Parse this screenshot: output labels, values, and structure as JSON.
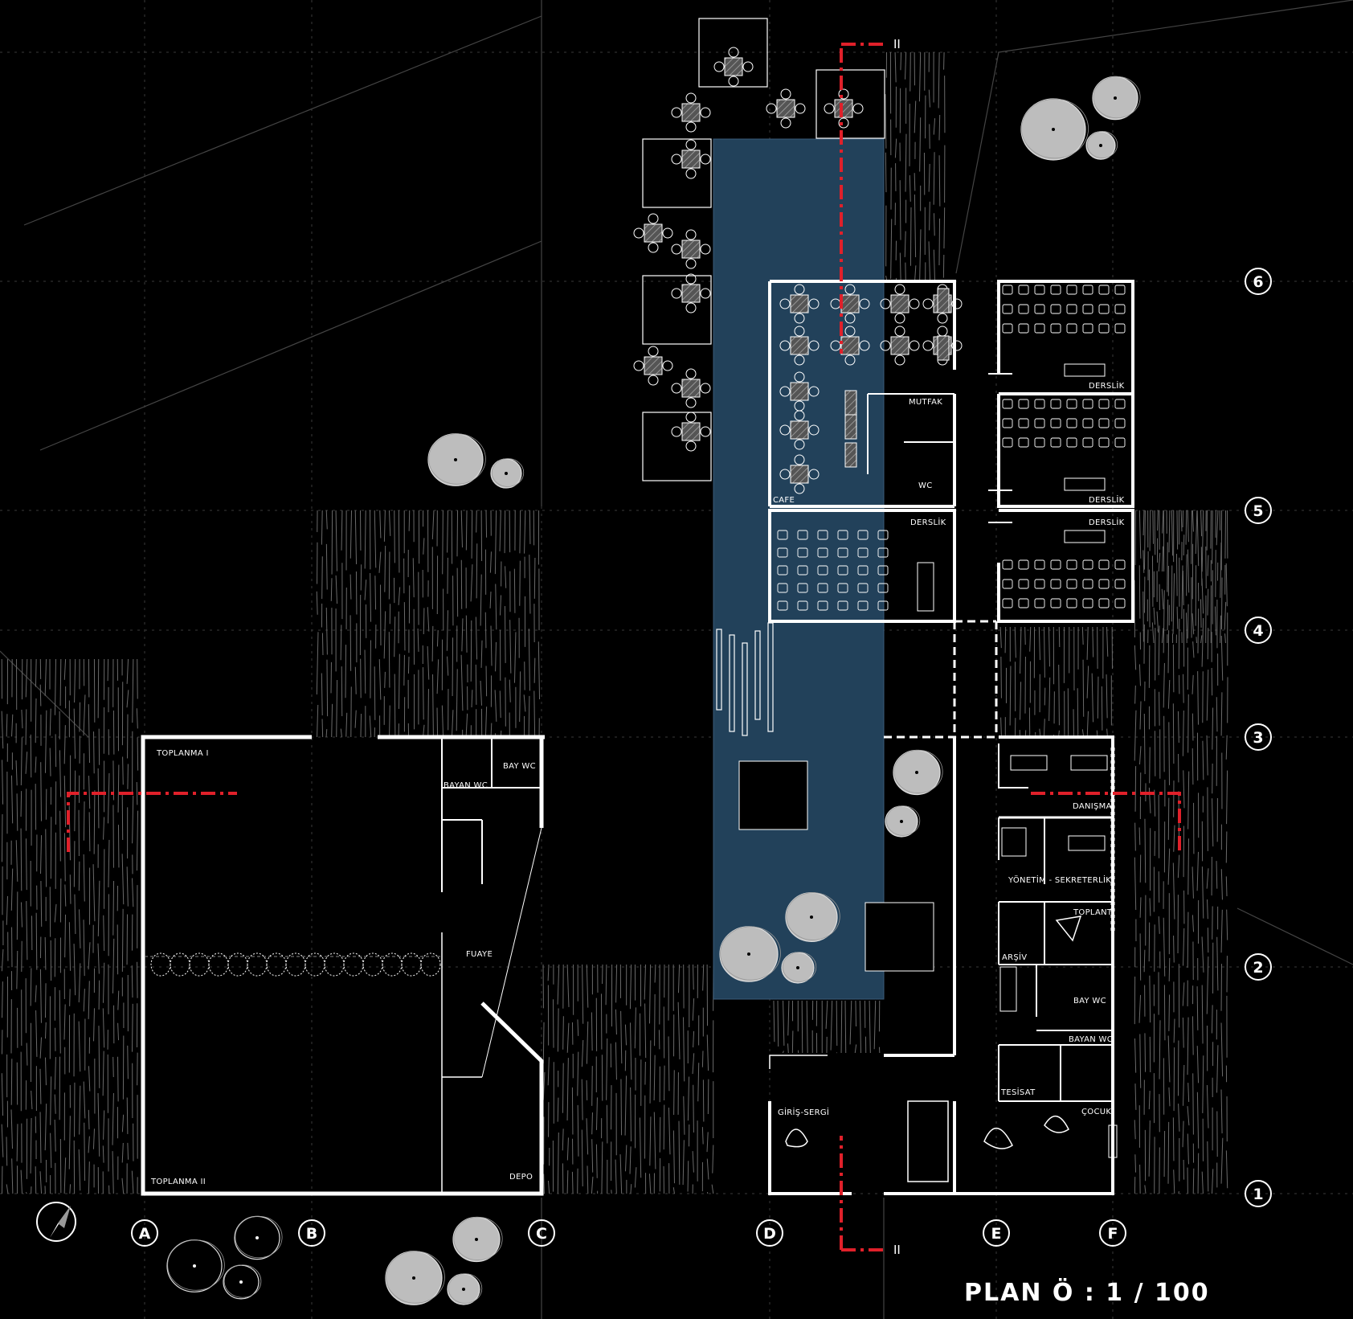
{
  "title": "PLAN  Ö : 1 / 100",
  "rooms": {
    "toplanma_1": "TOPLANMA I",
    "toplanma_2": "TOPLANMA II",
    "bayan_wc_left": "BAYAN WC",
    "bay_wc_left": "BAY WC",
    "fuaye": "FUAYE",
    "depo": "DEPO",
    "cafe": "CAFE",
    "mutfak": "MUTFAK",
    "wc": "WC",
    "derslik_1": "DERSLİK",
    "derslik_2": "DERSLİK",
    "derslik_3": "DERSLİK",
    "derslik_4": "DERSLİK",
    "danisma": "DANIŞMA",
    "yonetim": "YÖNETİM - SEKRETERLİK",
    "toplanti": "TOPLANTI",
    "arsiv": "ARŞİV",
    "bay_wc_right": "BAY WC",
    "bayan_wc_right": "BAYAN WC",
    "tesisat": "TESİSAT",
    "cocuk": "ÇOCUK",
    "giris_sergi": "GİRİŞ-SERGİ"
  },
  "grid_columns": [
    "A",
    "B",
    "C",
    "D",
    "E",
    "F"
  ],
  "grid_rows": [
    "1",
    "2",
    "3",
    "4",
    "5",
    "6"
  ],
  "section_marks": [
    "II",
    "II"
  ],
  "colors": {
    "background": "#000000",
    "walls": "#ffffff",
    "courtyard": "#22415a",
    "section_line": "#e0202a",
    "tree_fill": "#bdbdbd",
    "hatch": "#7a7a7a"
  },
  "icons": {
    "north_arrow": "north-arrow-icon"
  }
}
